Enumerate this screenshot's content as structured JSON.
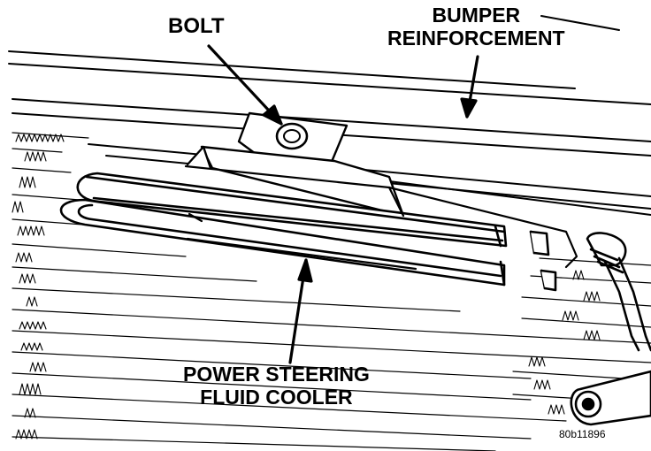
{
  "labels": {
    "bolt": "BOLT",
    "bumper_line1": "BUMPER",
    "bumper_line2": "REINFORCEMENT",
    "cooler_line1": "POWER STEERING",
    "cooler_line2": "FLUID COOLER"
  },
  "figure_id": "80b11896",
  "colors": {
    "ink": "#000000",
    "paper": "#ffffff"
  }
}
